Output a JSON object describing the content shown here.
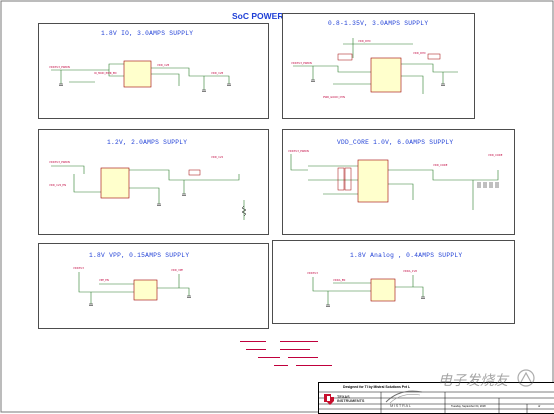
{
  "page": {
    "title": "SoC POWER SUPPLY"
  },
  "blocks": [
    {
      "id": "io18",
      "title": "1.8V IO, 3.0AMPS SUPPLY"
    },
    {
      "id": "dyn",
      "title": "0.8-1.35V, 3.0AMPS SUPPLY"
    },
    {
      "id": "v12",
      "title": "1.2V, 2.0AMPS SUPPLY"
    },
    {
      "id": "vddcore",
      "title": "VDD_CORE 1.0V, 6.0AMPS SUPPLY"
    },
    {
      "id": "vpp",
      "title": "1.8V VPP, 0.15AMPS SUPPLY"
    },
    {
      "id": "analog",
      "title": "1.8V Analog , 0.4AMPS SUPPLY"
    }
  ],
  "title_block": {
    "designed_for": "Designed for TI by Mistral Solutions Pvt L",
    "company_logo": "TEXAS INSTRUMENTS",
    "designer_logo": "MISTRAL",
    "date": "Tuesday, September 04, 2018",
    "sheet": "of",
    "watermark": "电子发烧友"
  },
  "colors": {
    "title_blue": "#1f3fd6",
    "net_red": "#c0003c",
    "wire_green": "#2a7d2a",
    "border": "#4d4d4d",
    "ti_red": "#c8102e"
  }
}
